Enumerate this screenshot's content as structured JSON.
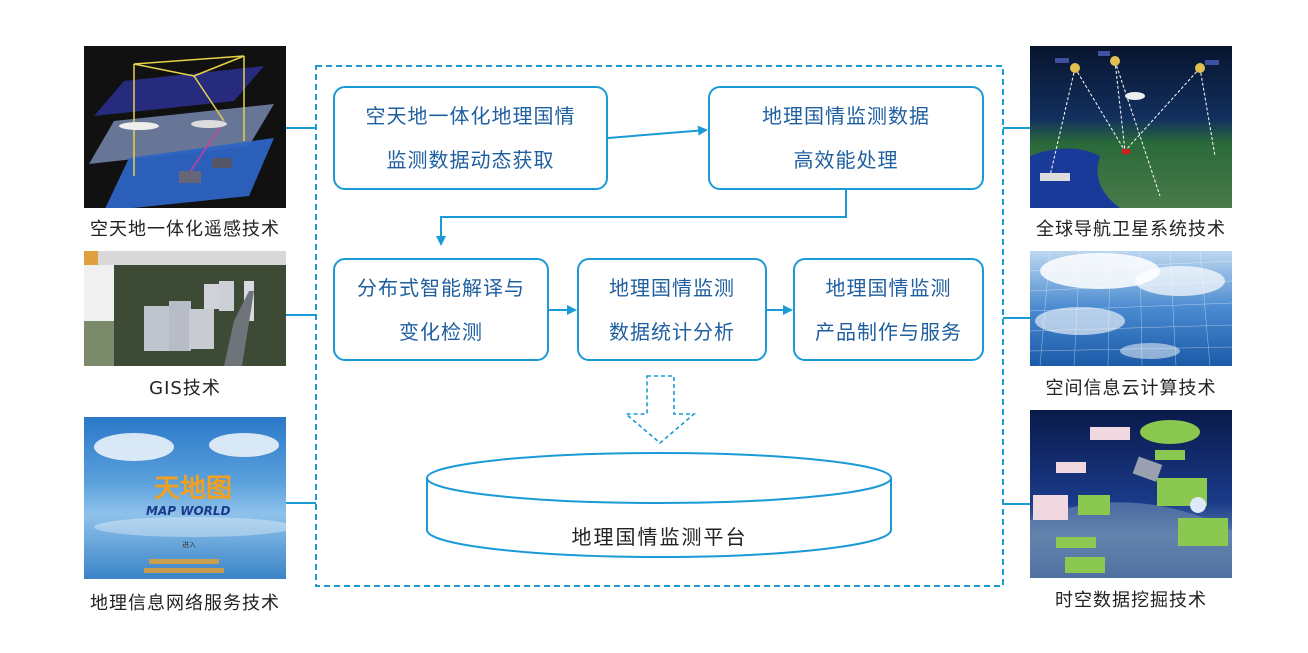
{
  "diagram": {
    "accent_color": "#1a9ad6",
    "box_text_color": "#1f5fa0",
    "flow_steps": [
      {
        "id": "step1",
        "lines": [
          "空天地一体化地理国情",
          "监测数据动态获取"
        ]
      },
      {
        "id": "step2",
        "lines": [
          "地理国情监测数据",
          "高效能处理"
        ]
      },
      {
        "id": "step3",
        "lines": [
          "分布式智能解译与",
          "变化检测"
        ]
      },
      {
        "id": "step4",
        "lines": [
          "地理国情监测",
          "数据统计分析"
        ]
      },
      {
        "id": "step5",
        "lines": [
          "地理国情监测",
          "产品制作与服务"
        ]
      }
    ],
    "platform": {
      "label": "地理国情监测平台",
      "icon": "database-cylinder-icon"
    },
    "left_technologies": [
      {
        "label": "空天地一体化遥感技术",
        "image": "remote-sensing-layers-image"
      },
      {
        "label": "GIS技术",
        "image": "gis-3d-city-image"
      },
      {
        "label": "地理信息网络服务技术",
        "image": "map-world-portal-image"
      }
    ],
    "right_technologies": [
      {
        "label": "全球导航卫星系统技术",
        "image": "gnss-satellites-image"
      },
      {
        "label": "空间信息云计算技术",
        "image": "cloud-grid-image"
      },
      {
        "label": "时空数据挖掘技术",
        "image": "spatiotemporal-mining-image"
      }
    ],
    "map_world_logo": {
      "title": "天地图",
      "subtitle": "MAP WORLD",
      "enter": "进入"
    }
  }
}
